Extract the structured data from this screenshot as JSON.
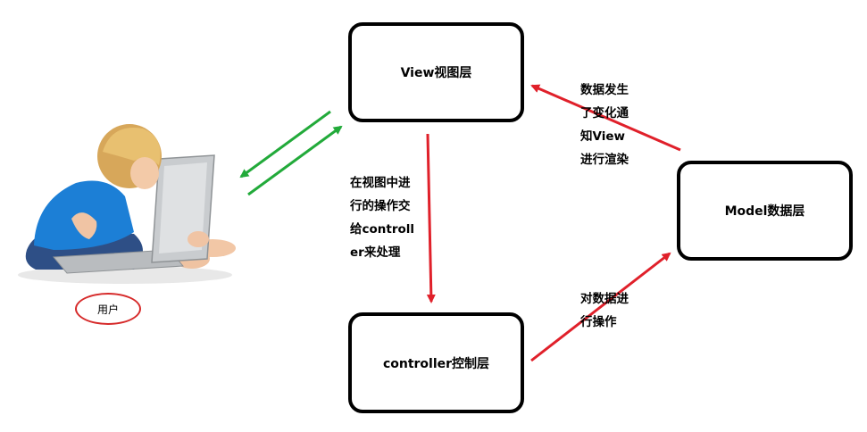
{
  "nodes": {
    "view": "View视图层",
    "controller": "controller控制层",
    "model": "Model数据层",
    "user": "用户"
  },
  "notes": {
    "view_to_controller": "在视图中进\n行的操作交\n给controll\ner来处理",
    "model_to_view": "数据发生\n了变化通\n知View\n进行渲染",
    "controller_to_model": "对数据进\n行操作"
  },
  "colors": {
    "red_arrow": "#e0202a",
    "green_arrow": "#22aa3a",
    "box_border": "#000000",
    "user_ellipse": "#d62a2a"
  },
  "illustration": "child-using-laptop"
}
